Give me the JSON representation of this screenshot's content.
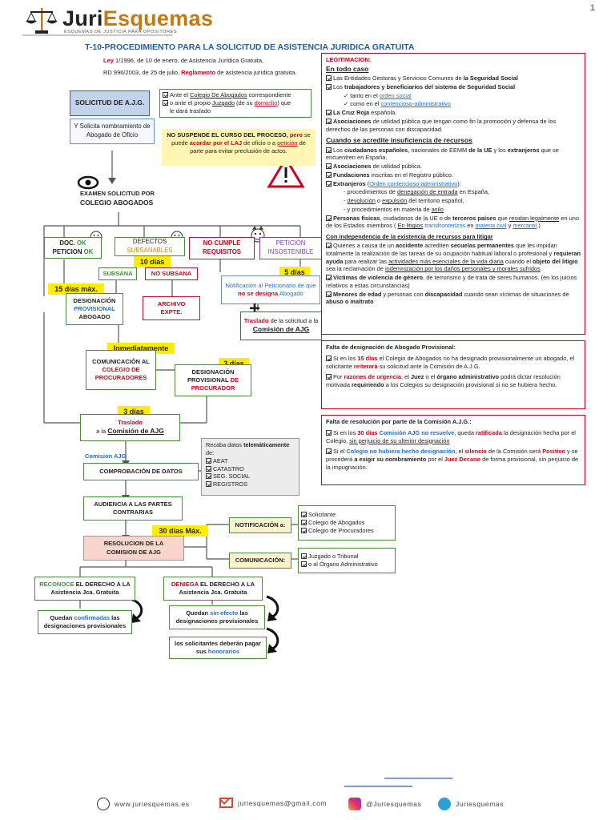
{
  "page_number": "1",
  "brand": {
    "name_a": "Juri",
    "name_b": "Esquemas",
    "tagline": "ESQUEMAS DE JUSTICIA PARA OPOSITORES"
  },
  "title": "T-10-PROCEDIMIENTO PARA LA SOLICITUD DE ASISTENCIA JURIDICA GRATUITA",
  "law": {
    "l1a": "Ley",
    "l1b": " 1/1996, de 10 de enero, de Asistencia Jurídica Gratuita,",
    "l2a": "RD 996/2003, de 25 de julio, ",
    "l2b": "Reglamento",
    "l2c": " de asistencia jurídica gratuita."
  },
  "flow": {
    "solicitud": "SOLICITUD DE A.J.G.",
    "ante1a": "Ante el ",
    "ante1b": "Colegio De Abogados",
    "ante1c": " correspondiente",
    "ante2a": "o ante el propio ",
    "ante2b": "Juzgado",
    "ante2c": " (de su ",
    "ante2d": "domicilio",
    "ante2e": ") que",
    "ante3": "le dará traslado",
    "nombramiento": "Y Solicita nombramiento de Abogado de Oficio",
    "nosusp1": "NO SUSPENDE EL CURSO DEL PROCESO, ",
    "nosusp2": "pero",
    "nosusp3": " se puede ",
    "nosusp4": "acordar por el LAJ",
    "nosusp5": " de oficio o a ",
    "nosusp6": "petición",
    "nosusp7": " de parte para evitar preclusión de actos.",
    "examen1": "EXAMEN SOLICITUD POR",
    "examen2": "COLEGIO ABOGADOS",
    "doc1": "DOC. ",
    "doc2": "OK",
    "doc3": "PETICION ",
    "doc4": "OK",
    "def1": "DEFECTOS",
    "def2": "SUBSANABLES",
    "nocumple1": "NO CUMPLE",
    "nocumple2": "REQUISITOS",
    "insost1": "PETICIÓN",
    "insost2": "INSOSTENIBLE",
    "d10": "10 días",
    "subsana": "SUBSANA",
    "nosubsana": "NO SUBSANA",
    "d5": "5 días",
    "notif1": "Notificación al Peticionario de que ",
    "notif2": "no se designa",
    "notif3": " Abogado",
    "d15": "15 días máx.",
    "desig1": "DESIGNACIÓN",
    "desig2": "PROVISIONAL",
    "desig3": "ABOGADO",
    "archivo1": "ARCHIVO",
    "archivo2": "EXPTE.",
    "plus": "+",
    "traslado1a": "Traslado",
    "traslado1b": " de la solicitud a la",
    "traslado1c": "Comisión de AJG",
    "inmed": "Inmediatamente",
    "comunic1": "COMUNICACIÓN AL",
    "comunic2": "COLEGIO DE",
    "comunic3": "PROCURADORES",
    "d3a": "3 días",
    "desigproc1": "DESIGNACIÓN",
    "desigproc2": "PROVISIONAL ",
    "desigproc3": "DE",
    "desigproc4": "PROCURADOR",
    "d3b": "3 días",
    "traslado2a": "Traslado",
    "traslado2b": "a la ",
    "traslado2c": "Comisión de AJG",
    "comision": "Comision AJG",
    "recaba": "Recaba datos ",
    "recaba2": "telemáticamente",
    "recaba3": " de:",
    "recaba_items": [
      "AEAT",
      "CATASTRO",
      "SEG. SOCIAL",
      "REGISTROS"
    ],
    "comprob": "COMPROBACIÓN DE DATOS",
    "audiencia1": "AUDIENCIA A LAS PARTES",
    "audiencia2": "CONTRARIAS",
    "d30": "30 días Máx.",
    "resol1": "RESOLUCION DE LA",
    "resol2": "COMISION DE AJG",
    "notifa": "NOTIFICACIÓN a:",
    "notif_items": [
      "Solicitante",
      "Colegio de Abogados",
      "Colegio de Procuradores"
    ],
    "comunicacion": "COMUNICACIÓN:",
    "comunic_items": [
      "Juzgado o Tribunal",
      "o al Órgano Administrativo"
    ],
    "reconoce1": "RECONOCE",
    "reconoce2": " EL DERECHO A LA",
    "reconoce3": "Asistencia Jca. Gratuita",
    "deniega1": "DENIEGA",
    "deniega2": " EL DERECHO A LA",
    "deniega3": "Asistencia Jca. Gratuita",
    "confirm1": "Quedan ",
    "confirm2": "confirmadas",
    "confirm3": " las",
    "confirm4": "designaciones provisionales",
    "sinefecto1": "Quedan ",
    "sinefecto2": "sin efecto",
    "sinefecto3": " las",
    "sinefecto4": "designaciones provisionales",
    "pagar1": "los solicitantes deberán pagar",
    "pagar2": "sus ",
    "pagar3": "honorarios"
  },
  "legit": {
    "head": "LEGITIMACION:",
    "todo": "En todo caso",
    "t1a": "Las Entidades Gestoras y Servicios Comunes de ",
    "t1b": "la Seguridad Social",
    "t2a": "Los ",
    "t2b": "trabajadores y beneficiarios del sistema de Seguridad Social",
    "t3a": "tanto en el ",
    "t3b": "orden social",
    "t4a": "como en el ",
    "t4b": "contencioso-administrativo",
    "t5a": "La Cruz Roja",
    "t5b": " española.",
    "t6a": "Asociaciones",
    "t6b": " de utilidad pública que tengan como fin la promoción y defensa de los derechos de las personas con discapacidad.",
    "insuf": "Cuando se acredite insuficiencia de recursos",
    "i1a": "Los ",
    "i1b": "ciudadanos españoles",
    "i1c": ", nacionales de EEMM ",
    "i1d": "de la UE",
    "i1e": " y los ",
    "i1f": "extranjeros",
    "i1g": " que se encuentren en España.",
    "i2a": "Asociaciones",
    "i2b": " de utilidad pública.",
    "i3a": "Fundaciones",
    "i3b": " inscritas en el Registro público.",
    "i4a": "Extranjeros",
    "i4b": " (",
    "i4c": "Orden contencioso-administrativo",
    "i4d": "):",
    "i5a": "- procedimientos de ",
    "i5b": "denegación de entrada",
    "i5c": " en España,",
    "i6a": "- ",
    "i6b": "devolución",
    "i6c": " o ",
    "i6d": "expulsión",
    "i6e": " del territorio español,",
    "i7a": "- y procedimientos en materia de ",
    "i7b": "asilo",
    "i8a": "Personas físicas",
    "i8b": ", ciudadanos de la UE o de ",
    "i8c": "terceros países",
    "i8d": " que ",
    "i8e": "residan legalmente",
    "i8f": " en uno de los Estados miembros ( ",
    "i8g": "En litigios",
    "i8h": " transfronterizos",
    "i8i": " en ",
    "i8j": "materia civil",
    "i8k": " y ",
    "i8l": "mercantil",
    "i8m": ".)",
    "indep": "Con independencia de la existencia de recursos para litigar",
    "n1a": "Quienes a causa de un ",
    "n1b": "accidente",
    "n1c": " acrediten ",
    "n1d": "secuelas permanentes",
    "n1e": " que les impidan totalmente la realización de las tareas de su ocupación habitual laboral o profesional y ",
    "n1f": "requieran ayuda",
    "n1g": " para realizar las ",
    "n1h": "actividades más esenciales de la vida diaria",
    "n1i": " cuando el ",
    "n1j": "objeto del litigio",
    "n1k": " sea la reclamación de ",
    "n1l": "indemnización por los daños personales y morales sufridos",
    "n2a": "Víctimas de violencia de género",
    "n2b": ", de terrorismo y de trata de seres humanos. (en los juicios relativos a estas circunstancias)",
    "n3a": "Menores de edad",
    "n3b": " y personas con ",
    "n3c": "discapacidad",
    "n3d": " cuando sean víctimas de situaciones de ",
    "n3e": "abuso o maltrato"
  },
  "falta1": {
    "head": "Falta de designación de Abogado Provisional",
    "p1a": "Si en los ",
    "p1b": "15 días",
    "p1c": " el Colegio de Abogados no ha designado provisionalmente un abogado, el solicitante ",
    "p1d": "reiterará",
    "p1e": " su solicitud ante la Comisión de A.J.G.",
    "p2a": "Por ",
    "p2b": "razones de urgencia",
    "p2c": ", el ",
    "p2d": "Juez",
    "p2e": " o el ",
    "p2f": "órgano administrativo",
    "p2g": " podrá dictar resolución motivada ",
    "p2h": "requiriendo",
    "p2i": " a los Colegios su designación provisional si no se hubiera hecho."
  },
  "falta2": {
    "head": "Falta de resolución por parte de la Comisión A.J.G.",
    "p1a": "Si en los ",
    "p1b": "30 días",
    "p1c": " ",
    "p1d": "Comisión AJG no resuelve",
    "p1e": ", queda ",
    "p1f": "ratificada",
    "p1g": " la designación hecha por el Colegio, ",
    "p1h": "sin perjuicio de su ulterior designación",
    "p2a": "Si el ",
    "p2b": "Colegio no hubiera hecho designación",
    "p2c": ", el ",
    "p2d": "silencio",
    "p2e": " de la Comisión será ",
    "p2f": "Positivo",
    "p2g": " y se procederá ",
    "p2h": "a exigir su nombramiento",
    "p2i": " por el ",
    "p2j": "Juez Decano",
    "p2k": " de forma provisional, sin perjuicio de la impugnación."
  },
  "footer": {
    "web": "www.juriesquemas.es",
    "mail": "juriesquemas@gmail.com",
    "ig": "@Juriesquemas",
    "tg": "Juriesquemas"
  },
  "colors": {
    "accent": "#d0021b",
    "green": "#2e9a2e",
    "blue": "#1f6fcf",
    "title": "#1f5ea8",
    "yellow": "#ffec00"
  }
}
